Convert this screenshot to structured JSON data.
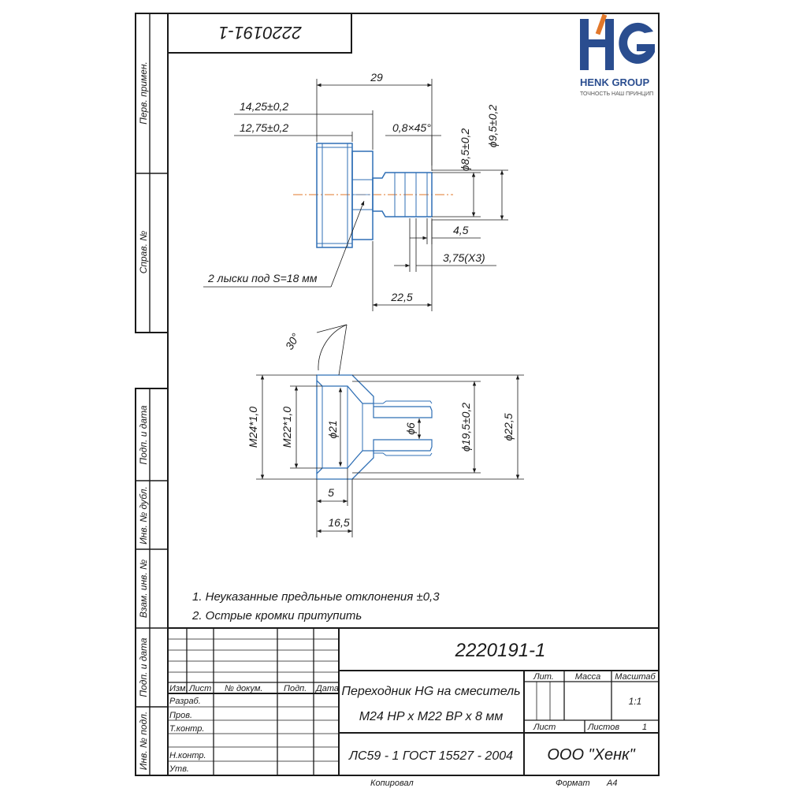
{
  "logo": {
    "brand": "HENK GROUP",
    "tagline": "ТОЧНОСТЬ НАШ ПРИНЦИП",
    "colors": {
      "blue": "#2a4d8f",
      "orange": "#e2782b",
      "part_lines": "#2f6fb5",
      "hatch": "#d98a7a"
    }
  },
  "side_labels": {
    "perv_primen": "Перв. примен.",
    "sprav_no": "Справ. №",
    "podp_data_1": "Подп. и дата",
    "inv_dubl": "Инв. № дубл.",
    "vzam_inv": "Взам. инв. №",
    "podp_data_2": "Подп. и дата",
    "inv_podl": "Инв. № подл."
  },
  "top_code": "2220191-1",
  "dims_top": {
    "d29": "29",
    "d14_25": "14,25±0,2",
    "d12_75": "12,75±0,2",
    "chamfer": "0,8×45°",
    "d8_5": "ϕ8,5±0,2",
    "d9_5": "ϕ9,5±0,2",
    "d4_5": "4,5",
    "d3_75": "3,75(X3)",
    "flats": "2 лыски под S=18 мм",
    "d22_5": "22,5"
  },
  "dims_section": {
    "angle": "30°",
    "m24": "M24*1,0",
    "m22": "M22*1,0",
    "d21": "ϕ21",
    "d6": "ϕ6",
    "d19_5": "ϕ19,5±0,2",
    "d22_5": "ϕ22,5",
    "d5": "5",
    "d16_5": "16,5"
  },
  "notes": {
    "n1": "1. Неуказанные предльные отклонения ±0,3",
    "n2": "2. Острые кромки притупить"
  },
  "title_block": {
    "doc_code": "2220191-1",
    "name_line1": "Переходник HG на смеситель",
    "name_line2": "M24 HP x M22 BP x 8 мм",
    "material": "ЛС59 - 1 ГОСТ 15527 - 2004",
    "company": "ООО \"Хенк\"",
    "h_izm": "Изм.",
    "h_list": "Лист",
    "h_dokum": "№ докум.",
    "h_podp": "Подп.",
    "h_data": "Дата",
    "razrab": "Разраб.",
    "prov": "Пров.",
    "tkontr": "Т.контр.",
    "nkontr": "Н.контр.",
    "utv": "Утв.",
    "lit": "Лит.",
    "massa": "Масса",
    "masshtab": "Масштаб",
    "scale_value": "1:1",
    "list_label": "Лист",
    "listov_label": "Листов",
    "listov_value": "1"
  },
  "footer": {
    "kopiroval": "Копировал",
    "format_label": "Формат",
    "format_value": "A4"
  }
}
